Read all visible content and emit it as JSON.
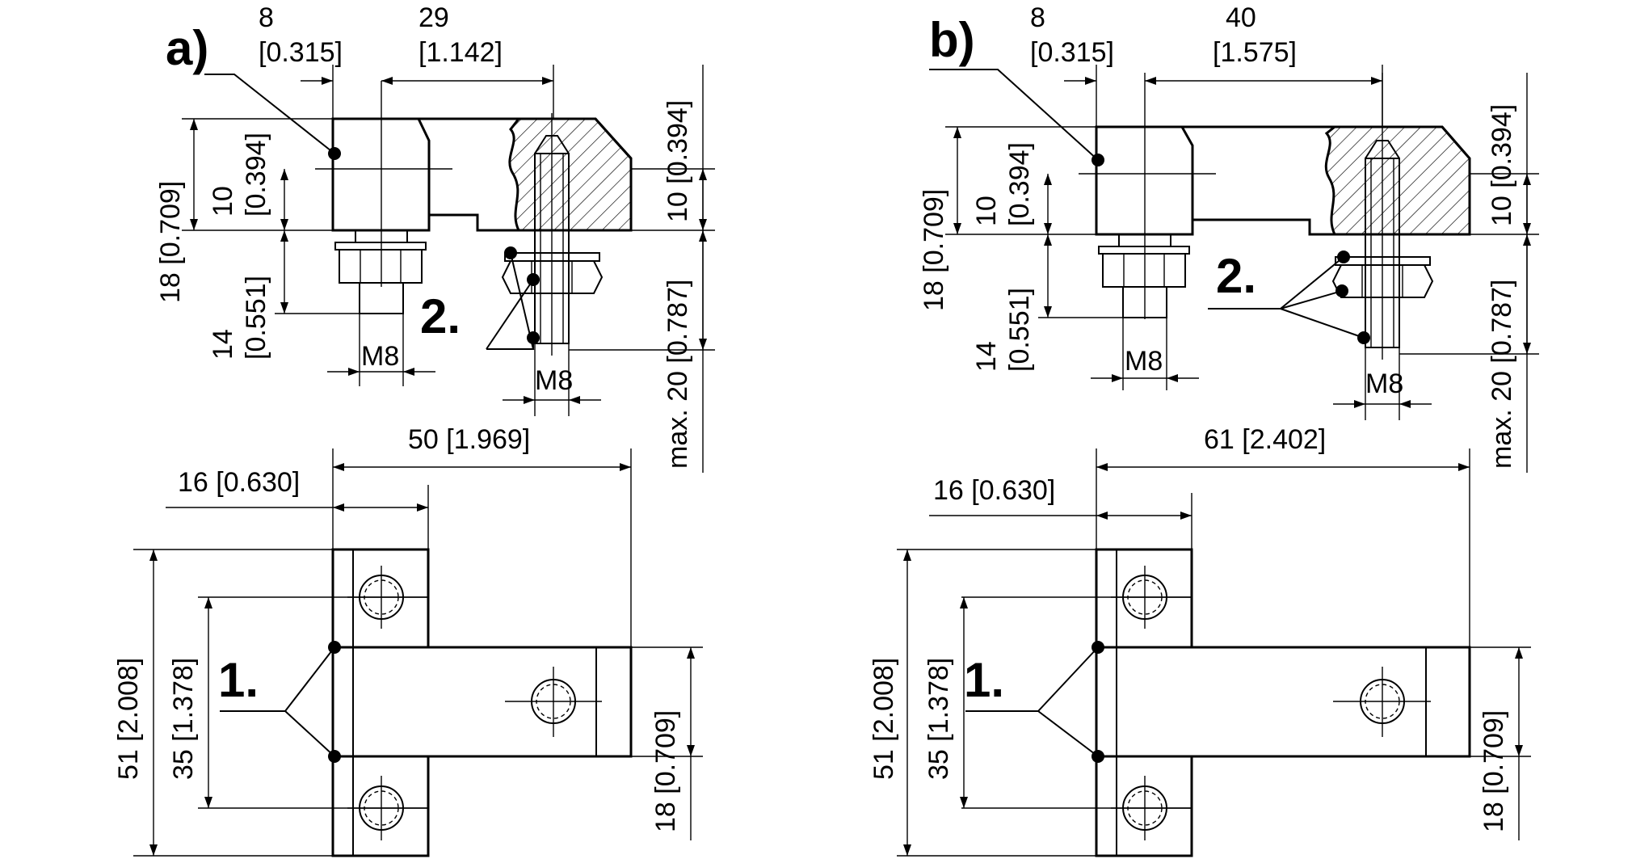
{
  "panels": [
    {
      "label": "a)",
      "a_top": "8",
      "a_bot": "[0.315]",
      "b_top": "29",
      "b_bot": "[1.142]",
      "h18": "18 [0.709]",
      "h10": "10",
      "h10in": "[0.394]",
      "h14": "14",
      "h14in": "[0.551]",
      "r10": "10 [0.394]",
      "r20": "max. 20 [0.787]",
      "m8_left": "M8",
      "m8_right": "M8",
      "item2": "2.",
      "width_total": "50 [1.969]",
      "width_block": "16 [0.630]",
      "h51": "51 [2.008]",
      "h35": "35 [1.378]",
      "h18b": "18 [0.709]",
      "item1": "1."
    },
    {
      "label": "b)",
      "a_top": "8",
      "a_bot": "[0.315]",
      "b_top": "40",
      "b_bot": "[1.575]",
      "h18": "18 [0.709]",
      "h10": "10",
      "h10in": "[0.394]",
      "h14": "14",
      "h14in": "[0.551]",
      "r10": "10 [0.394]",
      "r20": "max. 20 [0.787]",
      "m8_left": "M8",
      "m8_right": "M8",
      "item2": "2.",
      "width_total": "61 [2.402]",
      "width_block": "16 [0.630]",
      "h51": "51 [2.008]",
      "h35": "35 [1.378]",
      "h18b": "18 [0.709]",
      "item1": "1."
    }
  ]
}
